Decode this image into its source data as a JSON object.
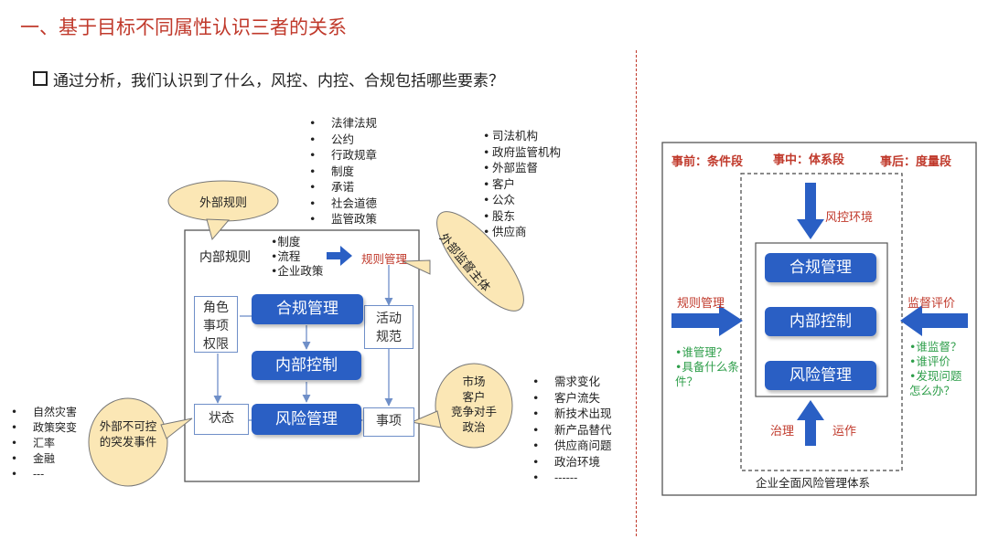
{
  "title": "一、基于目标不同属性认识三者的关系",
  "subtitle": "通过分析，我们认识到了什么，风控、内控、合规包括哪些要素？",
  "left": {
    "list_rules": [
      "法律法规",
      "公约",
      "行政规章",
      "制度",
      "承诺",
      "社会道德",
      "监管政策"
    ],
    "list_oversight": [
      "司法机构",
      "政府监管机构",
      "外部监督",
      "客户",
      "公众",
      "股东",
      "供应商"
    ],
    "bubble_external_rules": "外部规则",
    "bubble_oversight": "外部监督主体",
    "bubble_emergency": "外部不可控的突发事件",
    "bubble_market": [
      "市场",
      "客户",
      "竞争对手",
      "政治"
    ],
    "internal_rules_label": "内部规则",
    "internal_rules_items": [
      "制度",
      "流程",
      "企业政策"
    ],
    "rules_mgmt_label": "规则管理",
    "role_box": "角色事项权限",
    "activity_box": "活动规范",
    "status_box": "状态",
    "matter_box": "事项",
    "compliance_btn": "合规管理",
    "internal_control_btn": "内部控制",
    "risk_mgmt_btn": "风险管理",
    "list_disasters": [
      "自然灾害",
      "政策突变",
      "汇率",
      "金融",
      "---"
    ],
    "list_changes": [
      "需求变化",
      "客户流失",
      "新技术出现",
      "新产品替代",
      "供应商问题",
      "政治环境",
      "------"
    ]
  },
  "right": {
    "phase_before": "事前：条件段",
    "phase_during": "事中：体系段",
    "phase_after": "事后：度量段",
    "risk_env": "风控环境",
    "rules_mgmt": "规则管理",
    "supervision": "监督评价",
    "compliance_btn": "合规管理",
    "internal_control_btn": "内部控制",
    "risk_mgmt_btn": "风险管理",
    "left_questions": [
      "•谁管理？",
      "•具备什么条件？"
    ],
    "right_questions": [
      "•谁监督？",
      "•谁评价",
      "•发现问题怎么办？"
    ],
    "governance": "治理",
    "operation": "运作",
    "footer": "企业全面风险管理体系"
  },
  "colors": {
    "title_red": "#c0392b",
    "accent_blue": "#2a5fc4",
    "bubble_fill": "#fbe7b5",
    "green": "#2e9e4a"
  }
}
